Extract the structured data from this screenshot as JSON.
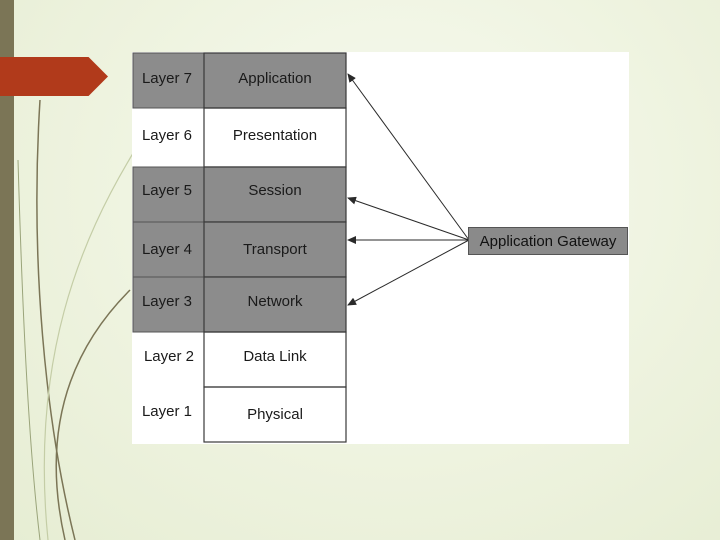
{
  "diagram": {
    "layers": [
      {
        "number": "Layer 7",
        "name": "Application",
        "shaded": true
      },
      {
        "number": "Layer 6",
        "name": "Presentation",
        "shaded": false
      },
      {
        "number": "Layer 5",
        "name": "Session",
        "shaded": true
      },
      {
        "number": "Layer 4",
        "name": "Transport",
        "shaded": true
      },
      {
        "number": "Layer 3",
        "name": "Network",
        "shaded": true
      },
      {
        "number": "Layer 2",
        "name": "Data Link",
        "shaded": false
      },
      {
        "number": "Layer 1",
        "name": "Physical",
        "shaded": false
      }
    ],
    "gateway_label": "Application Gateway"
  },
  "colors": {
    "shaded_fill": "#8c8c8c",
    "accent_red": "#b13a1b",
    "side_band": "#7b7556"
  }
}
